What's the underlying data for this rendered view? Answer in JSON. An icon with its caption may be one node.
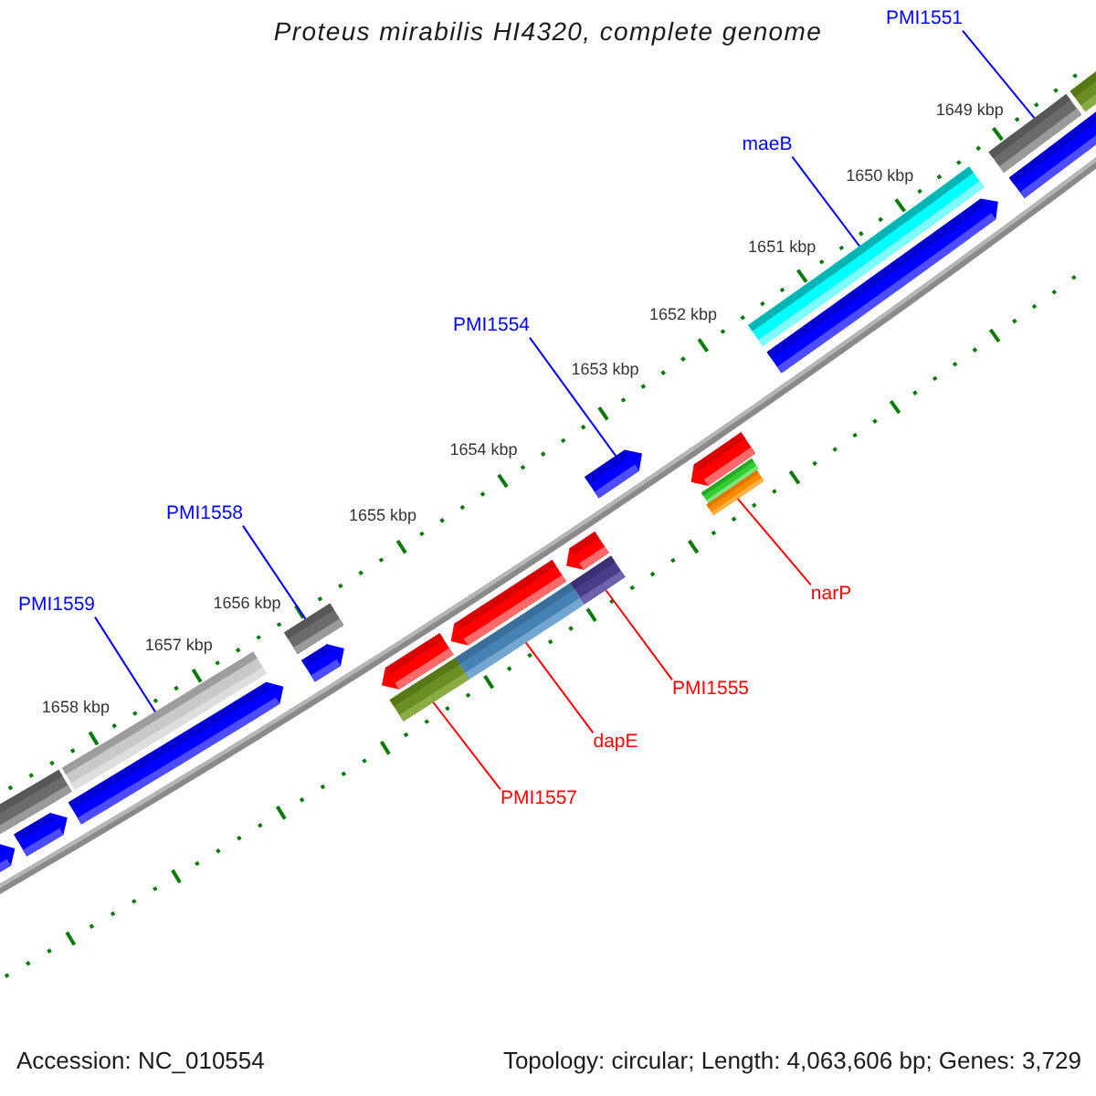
{
  "diagram": {
    "title": "Proteus mirabilis HI4320, complete genome",
    "nodes": [
      {
        "text": [
          "PMI1551"
        ]
      },
      {
        "text": [
          "maeB"
        ]
      },
      {
        "text": [
          "PMI1554"
        ]
      },
      {
        "text": [
          "PMI1558"
        ]
      },
      {
        "text": [
          "narP"
        ]
      },
      {
        "text": [
          "PMI1559"
        ]
      },
      {
        "text": [
          "PMI1555"
        ]
      },
      {
        "text": [
          "dapE"
        ]
      },
      {
        "text": [
          "PMI1557"
        ]
      },
      {
        "text": [],
        "shape": "arrow"
      },
      {
        "text": [],
        "shape": "bar"
      },
      {
        "text": [],
        "shape": "arrow"
      },
      {
        "text": [],
        "shape": "bar"
      },
      {
        "text": [],
        "shape": "arrow"
      },
      {
        "text": [],
        "shape": "bar"
      },
      {
        "text": [],
        "shape": "arrow"
      },
      {
        "text": [],
        "shape": "arrow"
      },
      {
        "text": [],
        "shape": "bar"
      },
      {
        "text": [],
        "shape": "arrow"
      },
      {
        "text": [],
        "shape": "bar"
      },
      {
        "text": [],
        "shape": "arrow"
      },
      {
        "text": [],
        "shape": "bar"
      },
      {
        "text": [],
        "shape": "arrow"
      },
      {
        "text": [],
        "shape": "arrow"
      },
      {
        "text": [],
        "shape": "bar"
      },
      {
        "text": [],
        "shape": "bar"
      },
      {
        "text": [],
        "shape": "bar"
      },
      {
        "text": [],
        "shape": "arrow"
      },
      {
        "text": [],
        "shape": "bar"
      },
      {
        "text": [],
        "shape": "arrow"
      },
      {
        "text": [],
        "shape": "bar"
      }
    ],
    "edges": [
      {
        "from": 0,
        "to": 28,
        "arrow": "none"
      },
      {
        "from": 1,
        "to": 26,
        "arrow": "none"
      },
      {
        "from": 2,
        "to": 22,
        "arrow": "none"
      },
      {
        "from": 3,
        "to": 14,
        "arrow": "none"
      },
      {
        "from": 4,
        "to": 25,
        "arrow": "none",
        "color": "#ff0000"
      },
      {
        "from": 5,
        "to": 12,
        "arrow": "none"
      },
      {
        "from": 6,
        "to": 21,
        "arrow": "none",
        "color": "#ff0000"
      },
      {
        "from": 7,
        "to": 19,
        "arrow": "none",
        "color": "#ff0000"
      },
      {
        "from": 8,
        "to": 17,
        "arrow": "none",
        "color": "#ff0000"
      }
    ],
    "labels": [
      "1649 kbp",
      "1650 kbp",
      "1651 kbp",
      "1652 kbp",
      "1653 kbp",
      "1654 kbp",
      "1655 kbp",
      "1656 kbp",
      "1657 kbp",
      "1658 kbp",
      "Accession: NC_010554",
      "Topology: circular; Length: 4,063,606 bp; Genes: 3,729"
    ]
  }
}
